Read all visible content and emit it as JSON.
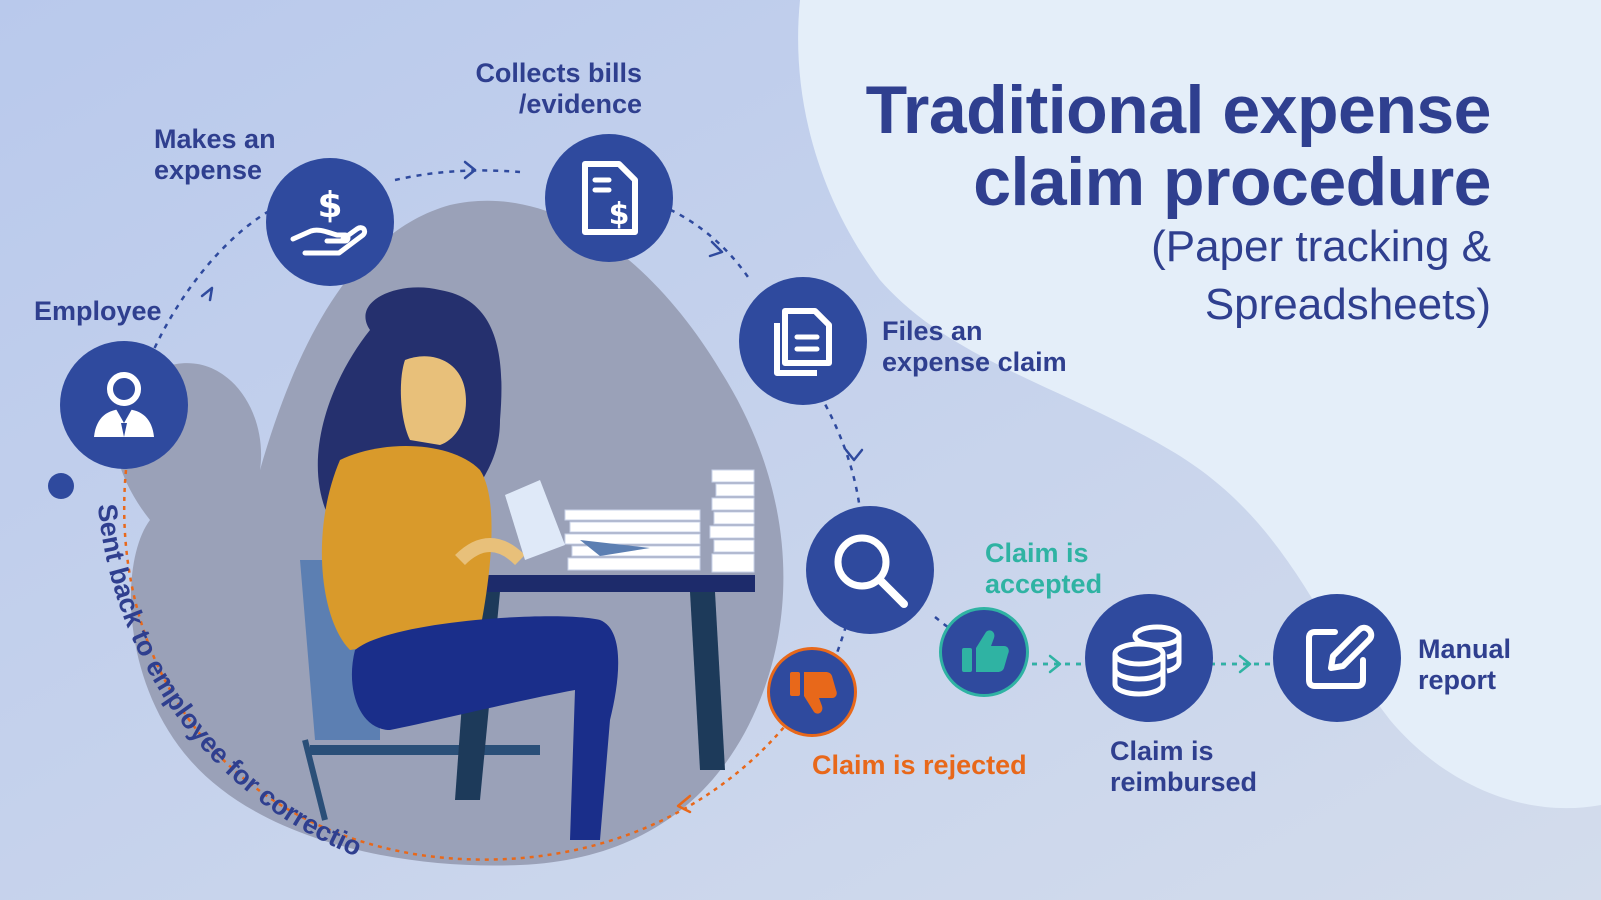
{
  "title": {
    "line1": "Traditional expense",
    "line2": "claim procedure",
    "sub1": "(Paper tracking &",
    "sub2": "Spreadsheets)"
  },
  "steps": {
    "employee": "Employee",
    "expense": [
      "Makes an",
      "expense"
    ],
    "bills": [
      "Collects bills",
      "/evidence"
    ],
    "files": [
      "Files an",
      "expense claim"
    ],
    "accepted": [
      "Claim is",
      "accepted"
    ],
    "rejected": "Claim is rejected",
    "reimbursed": [
      "Claim is",
      "reimbursed"
    ],
    "report": [
      "Manual",
      "report"
    ],
    "sent_back": "Sent back to employee for correction"
  },
  "colors": {
    "primary": "#2f4a9e",
    "title": "#2f3f8f",
    "accepted": "#2fb3a3",
    "rejected": "#e8681a"
  },
  "icons": [
    "employee-icon",
    "hand-dollar-icon",
    "receipt-dollar-icon",
    "documents-icon",
    "magnifier-icon",
    "thumbs-up-icon",
    "thumbs-down-icon",
    "coins-icon",
    "edit-report-icon"
  ]
}
